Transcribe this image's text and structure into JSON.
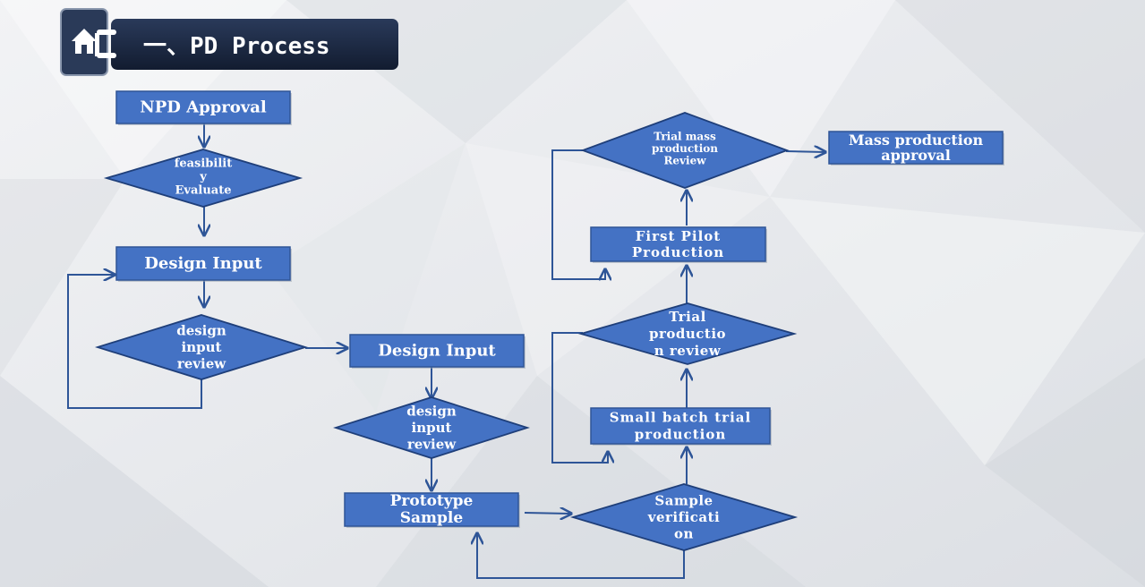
{
  "header": {
    "title": "一、PD Process",
    "icon": "home-icon"
  },
  "colors": {
    "node_fill": "#4472c4",
    "node_stroke": "#2f5496",
    "connector": "#2e5597",
    "header_bg": "#1c2a45",
    "background": "#e9ebee"
  },
  "nodes": {
    "npd_approval": {
      "lines": [
        "NPD Approval"
      ]
    },
    "feasibility": {
      "lines": [
        "feasibilit",
        "y",
        "Evaluate"
      ]
    },
    "design_input_1": {
      "lines": [
        "Design Input"
      ]
    },
    "design_review_1": {
      "lines": [
        "design",
        "input",
        "review"
      ]
    },
    "design_input_2": {
      "lines": [
        "Design Input"
      ]
    },
    "design_review_2": {
      "lines": [
        "design",
        "input",
        "review"
      ]
    },
    "prototype_sample": {
      "lines": [
        "Prototype",
        "Sample"
      ]
    },
    "sample_verification": {
      "lines": [
        "Sample",
        "verificati",
        "on"
      ]
    },
    "small_batch": {
      "lines": [
        "Small batch trial",
        "production"
      ]
    },
    "trial_review": {
      "lines": [
        "Trial",
        "productio",
        "n review"
      ]
    },
    "first_pilot": {
      "lines": [
        "First Pilot",
        "Production"
      ]
    },
    "trial_mass_review": {
      "lines": [
        "Trial mass",
        "production",
        "Review"
      ]
    },
    "mass_approval": {
      "lines": [
        "Mass production",
        "approval"
      ]
    }
  }
}
